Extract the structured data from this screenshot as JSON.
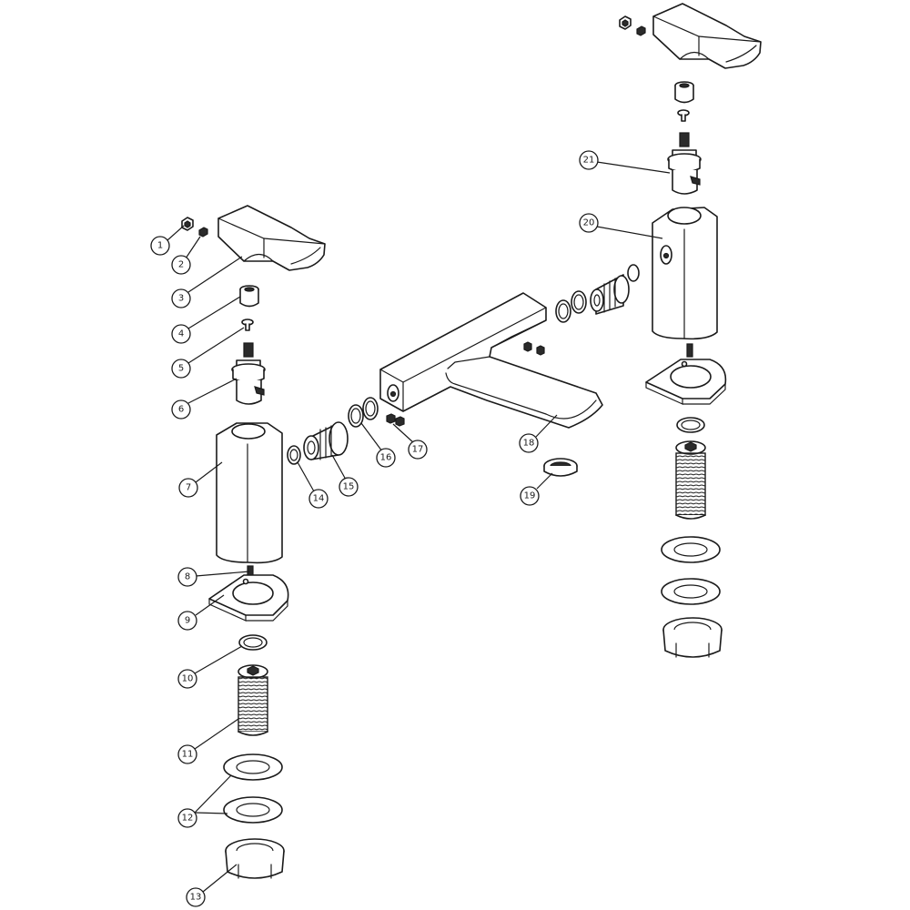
{
  "callouts": [
    "1",
    "2",
    "3",
    "4",
    "5",
    "6",
    "7",
    "8",
    "9",
    "10",
    "11",
    "12",
    "13",
    "14",
    "15",
    "16",
    "17",
    "18",
    "19",
    "20",
    "21"
  ],
  "colors": {
    "line": "#1a1a1a",
    "background": "#ffffff",
    "fill_dark": "#2b2b2b"
  }
}
